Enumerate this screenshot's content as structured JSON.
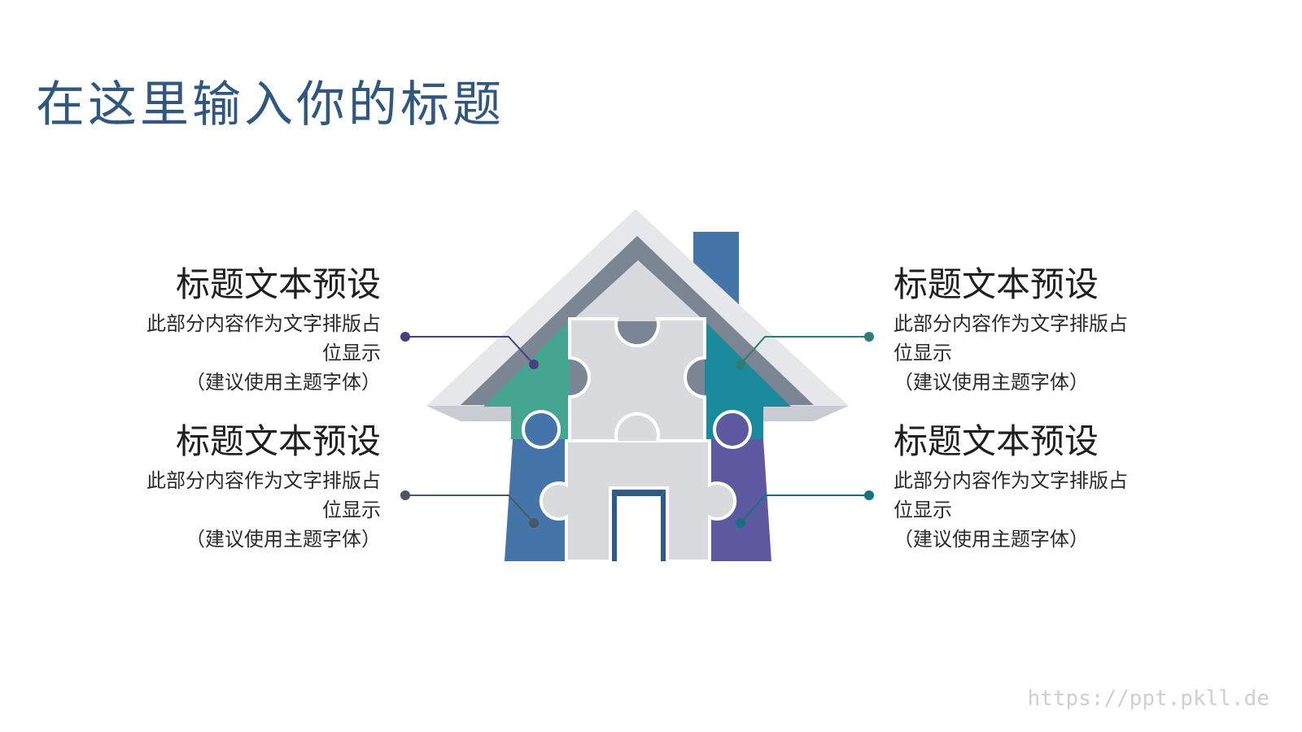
{
  "slide": {
    "title": "在这里输入你的标题",
    "watermark": "https://ppt.pkll.de"
  },
  "blocks": [
    {
      "id": "top-left",
      "title": "标题文本预设",
      "line1": "此部分内容作为文字排版占",
      "line2": "位显示",
      "line3": "（建议使用主题字体）",
      "accent": "#4a3f7e"
    },
    {
      "id": "bottom-left",
      "title": "标题文本预设",
      "line1": "此部分内容作为文字排版占",
      "line2": "位显示",
      "line3": "（建议使用主题字体）",
      "accent": "#4a5866"
    },
    {
      "id": "top-right",
      "title": "标题文本预设",
      "line1": "此部分内容作为文字排版占",
      "line2": "位显示",
      "line3": "（建议使用主题字体）",
      "accent": "#2e7d72"
    },
    {
      "id": "bottom-right",
      "title": "标题文本预设",
      "line1": "此部分内容作为文字排版占",
      "line2": "位显示",
      "line3": "（建议使用主题字体）",
      "accent": "#176f80"
    }
  ],
  "colors": {
    "title": "#2f577f",
    "roof_outer": "#e6e7eb",
    "roof_inner": "#7b8593",
    "chimney": "#4474a8",
    "puzzle_center": "#d9dadd",
    "puzzle_green": "#44a690",
    "puzzle_teal": "#1a8a9c",
    "puzzle_blue": "#4474a8",
    "puzzle_purple": "#5e58a0",
    "door": "#2f5a84"
  },
  "icons": {
    "house": "puzzle-house-illustration",
    "connector": "connector-dot"
  }
}
